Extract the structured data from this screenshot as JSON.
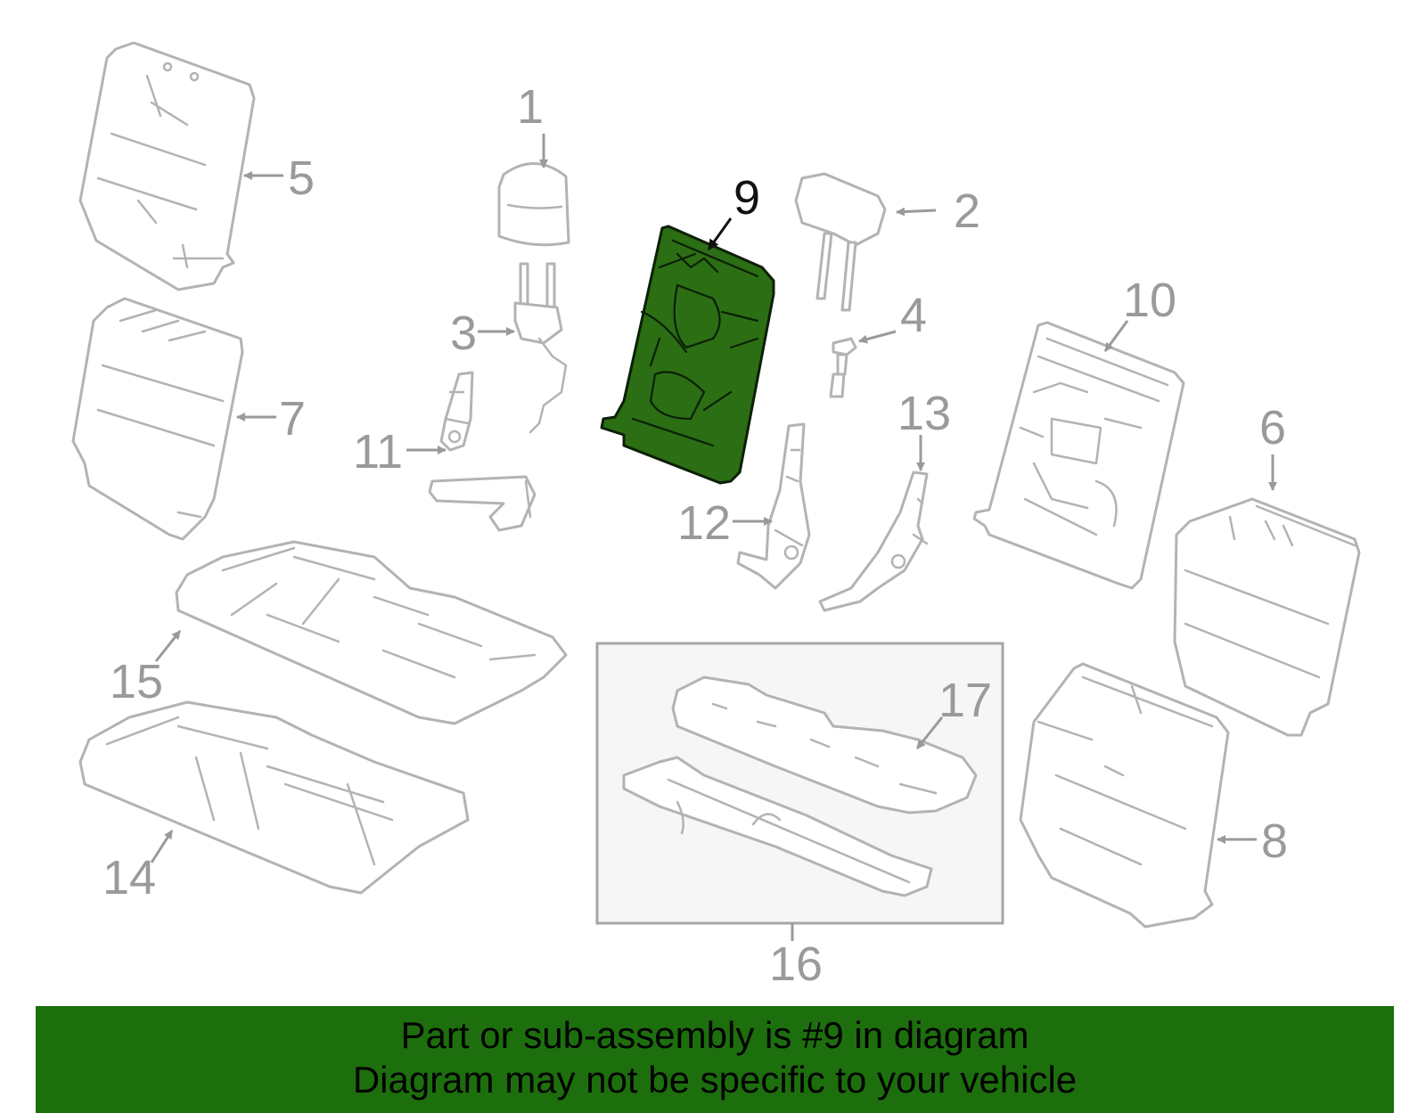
{
  "callouts": {
    "c1": "1",
    "c2": "2",
    "c3": "3",
    "c4": "4",
    "c5": "5",
    "c6": "6",
    "c7": "7",
    "c8": "8",
    "c9": "9",
    "c10": "10",
    "c11": "11",
    "c12": "12",
    "c13": "13",
    "c14": "14",
    "c15": "15",
    "c16": "16",
    "c17": "17"
  },
  "highlighted_part": "9",
  "colors": {
    "highlight_fill": "#2b6e14",
    "banner_background": "#1d6f0d",
    "part_outline": "#b3b3b3",
    "callout_text": "#9a9a9a"
  },
  "banner": {
    "line1": "Part or sub-assembly is #9 in diagram",
    "line2": "Diagram may not be specific to your vehicle"
  }
}
